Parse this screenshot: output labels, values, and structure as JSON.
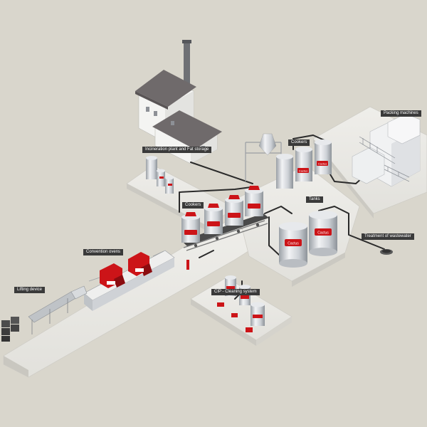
{
  "labels": {
    "packing_machines": "Packing machines",
    "cookers_top": "Cookers",
    "incineration": "Incineration plant and Fat storage",
    "tanks": "Tanks",
    "cookers_mid": "Cookers",
    "treatment": "Treatment of wastewater",
    "convention_ovens": "Convention ovens",
    "lifting_device": "Lifting device",
    "cip": "CIP - Cleaning system"
  },
  "brand": {
    "text": "Cactus",
    "color": "#cc1418"
  },
  "colors": {
    "background": "#d9d6cc",
    "platform": "#e9e8e4",
    "pipe": "#2a2a2a",
    "steel": "#c9cdd2",
    "label_bg": "#3a3a3a"
  }
}
